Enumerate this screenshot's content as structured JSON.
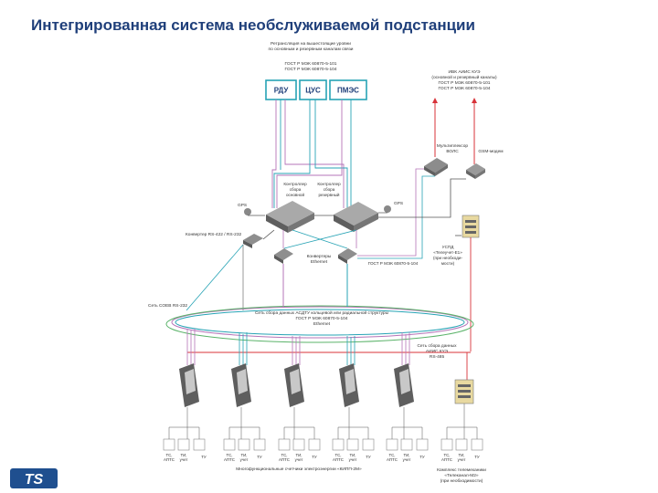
{
  "title": "Интегрированная система необслуживаемой подстанции",
  "top_note": [
    "Ретрансляция на вышестоящие уровни",
    "по основным и резервным каналам связи",
    "ГОСТ Р МЭК 60870-5-101",
    "ГОСТ Р МЭК 60870-5-104"
  ],
  "dispatch_boxes": [
    "РДУ",
    "ЦУС",
    "ПМЭС"
  ],
  "ivk_note": [
    "ИВК АИИС КУЭ",
    "(основной и резервный каналы)",
    "ГОСТ Р МЭК 60870-5-101",
    "ГОСТ Р МЭК 60870-5-104"
  ],
  "mux_label": [
    "Мультиплексор",
    "ВОЛС"
  ],
  "gsm_label": "GSM-модем",
  "ctrl_main_label": [
    "Контроллер",
    "сбора",
    "основной"
  ],
  "ctrl_backup_label": [
    "Контроллер",
    "сбора",
    "резервный"
  ],
  "gps_label": "GPS",
  "converter_rs_label": "Конвертер RS-422 / RS-232",
  "converters_eth_label": [
    "Конвертеры",
    "Ethernet"
  ],
  "gost104_label": "ГОСТ Р МЭК 60870-5-104",
  "uspd_label": [
    "УСПД",
    "«Телеучет-Е1»",
    "(при необходи-",
    "мости)"
  ],
  "soev_label": "Сеть СОЕВ RS-232",
  "ring_label": [
    "Сеть сбора данных АСДТУ кольцевой или радиальной структуры",
    "ГОСТ Р МЭК 60870-5-104",
    "Ethernet"
  ],
  "aiis_net_label": [
    "Сеть сбора данных",
    "АИИС КУЭ",
    "RS-485"
  ],
  "meter_io": [
    "ТС,",
    "АПТС",
    "ТИ,",
    "учет",
    "ТУ"
  ],
  "meters_caption": "Многофункциональные счетчики электроэнергии «КИПП-2М»",
  "complex_caption": [
    "Комплекс телемеханики",
    "«Телеканал-М2»",
    "(при необходимости)"
  ],
  "logo_text": "TS"
}
